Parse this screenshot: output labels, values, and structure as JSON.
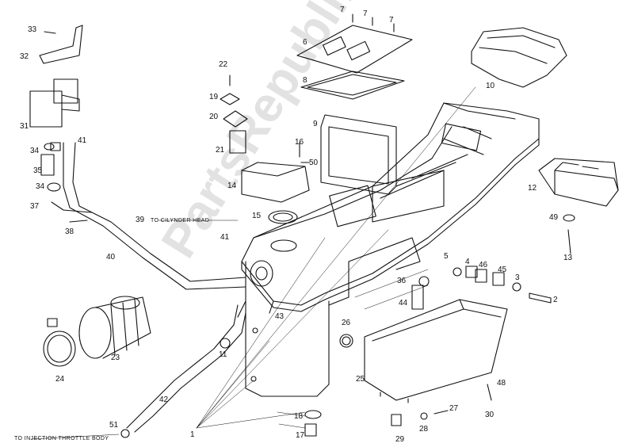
{
  "watermark": "PartsRepubliK",
  "notes": {
    "cylinder_head": "TO CILYNDER HEAD",
    "throttle_body": "TO INJECTION THROTTLE BODY"
  },
  "labels": {
    "n1": "1",
    "n2": "2",
    "n3": "3",
    "n4": "4",
    "n5": "5",
    "n6": "6",
    "n7a": "7",
    "n7b": "7",
    "n7c": "7",
    "n8": "8",
    "n9": "9",
    "n10": "10",
    "n11": "11",
    "n12": "12",
    "n13": "13",
    "n14": "14",
    "n15": "15",
    "n16": "16",
    "n17": "17",
    "n18": "18",
    "n19": "19",
    "n20": "20",
    "n21": "21",
    "n22": "22",
    "n23": "23",
    "n24": "24",
    "n25": "25",
    "n26": "26",
    "n27": "27",
    "n28": "28",
    "n29": "29",
    "n30": "30",
    "n31": "31",
    "n32": "32",
    "n33": "33",
    "n34a": "34",
    "n34b": "34",
    "n35": "35",
    "n36": "36",
    "n37": "37",
    "n38": "38",
    "n39": "39",
    "n40": "40",
    "n41a": "41",
    "n41b": "41",
    "n42": "42",
    "n43": "43",
    "n44": "44",
    "n45": "45",
    "n46": "46",
    "n48": "48",
    "n49": "49",
    "n50": "50",
    "n51": "51"
  }
}
